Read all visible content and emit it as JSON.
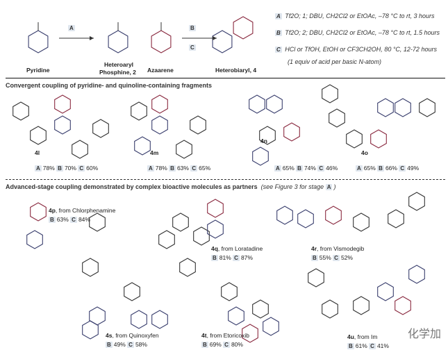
{
  "scheme": {
    "labels": {
      "pyridine": "Pyridine",
      "phosphine_1": "Heteroaryl",
      "phosphine_2": "Phosphine, 2",
      "azaarene": "Azaarene",
      "biaryl": "Heterobiaryl, 4"
    },
    "step_a": "A",
    "step_b": "B",
    "step_c": "C",
    "conditions": [
      {
        "tag": "A",
        "text": "Tf2O; 1; DBU, CH2Cl2 or EtOAc, –78 °C to rt, 3 hours"
      },
      {
        "tag": "B",
        "text": "Tf2O; 2; DBU, CH2Cl2 or EtOAc, –78 °C to rt, 1.5 hours"
      },
      {
        "tag": "C",
        "text": "HCl or TfOH, EtOH or CF3CH2OH, 80 °C, 12-72 hours"
      }
    ],
    "condition_note": "(1 equiv of acid per basic N-atom)"
  },
  "section1": {
    "title": "Convergent coupling of pyridine- and quinoline-containing fragments"
  },
  "section2": {
    "title": "Advanced-stage coupling demonstrated by complex bioactive molecules as partners",
    "note": "(see Figure 3 for stage",
    "note_tag": "A",
    "note_end": ")"
  },
  "compounds": [
    {
      "id": "4l",
      "source": "",
      "yields": [
        {
          "tag": "A",
          "value": "78%"
        },
        {
          "tag": "B",
          "value": "70%"
        },
        {
          "tag": "C",
          "value": "60%"
        }
      ]
    },
    {
      "id": "4m",
      "source": "",
      "yields": [
        {
          "tag": "A",
          "value": "78%"
        },
        {
          "tag": "B",
          "value": "63%"
        },
        {
          "tag": "C",
          "value": "65%"
        }
      ]
    },
    {
      "id": "4n",
      "source": "",
      "yields": [
        {
          "tag": "A",
          "value": "65%"
        },
        {
          "tag": "B",
          "value": "74%"
        },
        {
          "tag": "C",
          "value": "46%"
        }
      ]
    },
    {
      "id": "4o",
      "source": "",
      "yields": [
        {
          "tag": "A",
          "value": "65%"
        },
        {
          "tag": "B",
          "value": "66%"
        },
        {
          "tag": "C",
          "value": "49%"
        }
      ]
    },
    {
      "id": "4p",
      "source": ", from Chlorphenamine",
      "yields": [
        {
          "tag": "B",
          "value": "63%"
        },
        {
          "tag": "C",
          "value": "84%"
        }
      ]
    },
    {
      "id": "4q",
      "source": ", from Loratadine",
      "yields": [
        {
          "tag": "B",
          "value": "81%"
        },
        {
          "tag": "C",
          "value": "87%"
        }
      ]
    },
    {
      "id": "4r",
      "source": ", from Vismodegib",
      "yields": [
        {
          "tag": "B",
          "value": "55%"
        },
        {
          "tag": "C",
          "value": "52%"
        }
      ]
    },
    {
      "id": "4s",
      "source": ", from Quinoxyfen",
      "yields": [
        {
          "tag": "B",
          "value": "49%"
        },
        {
          "tag": "C",
          "value": "58%"
        }
      ]
    },
    {
      "id": "4t",
      "source": ", from Etoricoxib",
      "yields": [
        {
          "tag": "B",
          "value": "69%"
        },
        {
          "tag": "C",
          "value": "80%"
        }
      ]
    },
    {
      "id": "4u",
      "source": ", from Im",
      "yields": [
        {
          "tag": "B",
          "value": "61%"
        },
        {
          "tag": "C",
          "value": "41%"
        }
      ]
    }
  ],
  "watermark": "化学加",
  "colors": {
    "pyridine_ring": "#3a3f6e",
    "azaarene_ring": "#8a2a40",
    "tag_bg": "#dfe6ee"
  }
}
